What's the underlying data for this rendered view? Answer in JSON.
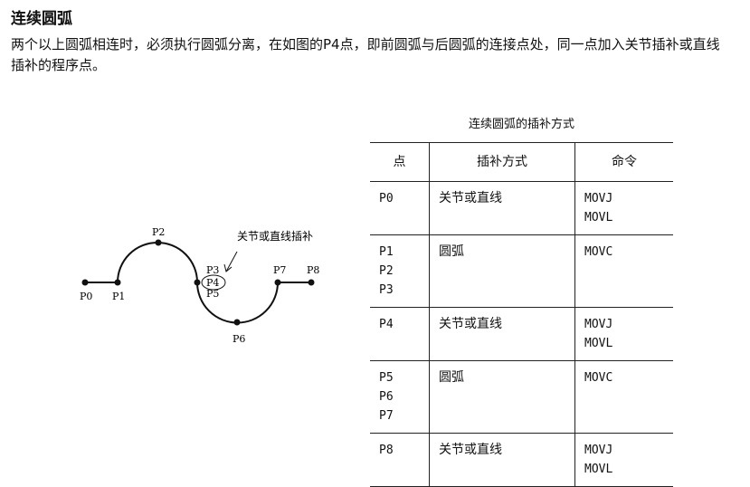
{
  "title": "连续圆弧",
  "paragraph": "两个以上圆弧相连时，必须执行圆弧分离，在如图的P4点，即前圆弧与后圆弧的连接点处，同一点加入关节插补或直线插补的程序点。",
  "diagram": {
    "points": [
      "P0",
      "P1",
      "P2",
      "P3",
      "P4",
      "P5",
      "P6",
      "P7",
      "P8"
    ],
    "annotation": "关节或直线插补"
  },
  "table": {
    "caption": "连续圆弧的插补方式",
    "headers": [
      "点",
      "插补方式",
      "命令"
    ],
    "rows": [
      {
        "points": [
          "P0"
        ],
        "mode": "关节或直线",
        "cmds": [
          "MOVJ",
          "MOVL"
        ]
      },
      {
        "points": [
          "P1",
          "P2",
          "P3"
        ],
        "mode": "圆弧",
        "cmds": [
          "MOVC"
        ]
      },
      {
        "points": [
          "P4"
        ],
        "mode": "关节或直线",
        "cmds": [
          "MOVJ",
          "MOVL"
        ]
      },
      {
        "points": [
          "P5",
          "P6",
          "P7"
        ],
        "mode": "圆弧",
        "cmds": [
          "MOVC"
        ]
      },
      {
        "points": [
          "P8"
        ],
        "mode": "关节或直线",
        "cmds": [
          "MOVJ",
          "MOVL"
        ]
      }
    ]
  }
}
